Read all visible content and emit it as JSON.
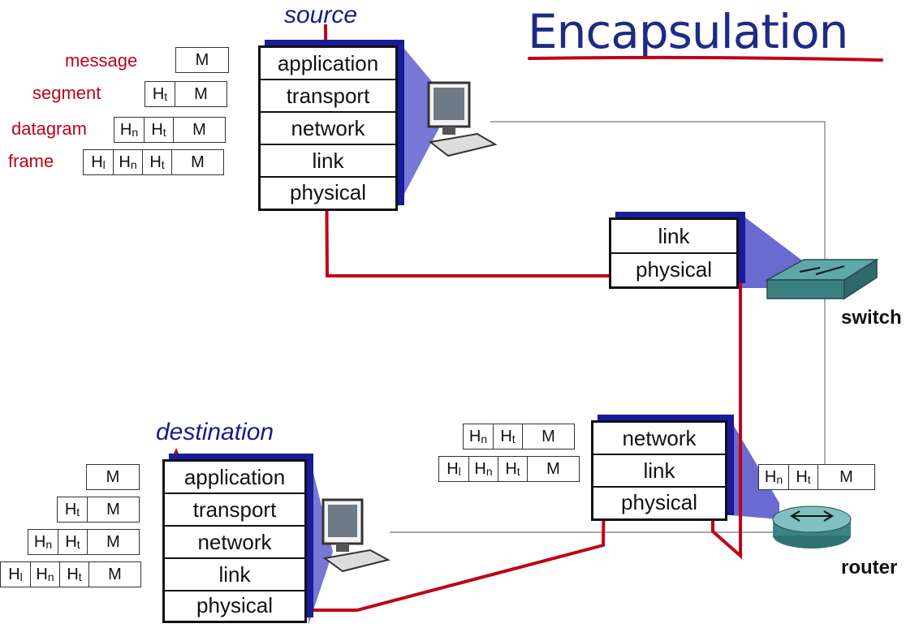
{
  "title": "Encapsulation",
  "colors": {
    "title": "#1f2a86",
    "path": "#c00018",
    "pdu_names": "#c0001a",
    "stack_shadow": "#1a1a9c"
  },
  "source": {
    "label": "source",
    "layers": [
      "application",
      "transport",
      "network",
      "link",
      "physical"
    ]
  },
  "destination": {
    "label": "destination",
    "layers": [
      "application",
      "transport",
      "network",
      "link",
      "physical"
    ]
  },
  "switch": {
    "label": "switch",
    "layers": [
      "link",
      "physical"
    ]
  },
  "router": {
    "label": "router",
    "layers": [
      "network",
      "link",
      "physical"
    ]
  },
  "pdu_names": {
    "message": "message",
    "segment": "segment",
    "datagram": "datagram",
    "frame": "frame"
  },
  "headers": {
    "H": "H",
    "t": "t",
    "n": "n",
    "l": "l",
    "M": "M"
  },
  "icons": [
    "source-computer-icon",
    "destination-computer-icon",
    "switch-icon",
    "router-icon"
  ]
}
